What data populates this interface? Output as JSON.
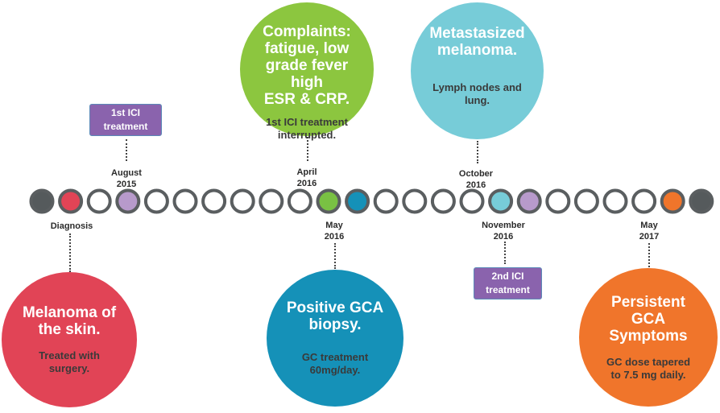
{
  "timeline": {
    "nodes": [
      {
        "fill": "#555a5c"
      },
      {
        "fill": "#e14456"
      },
      {
        "fill": "#ffffff"
      },
      {
        "fill": "#b79acb"
      },
      {
        "fill": "#ffffff"
      },
      {
        "fill": "#ffffff"
      },
      {
        "fill": "#ffffff"
      },
      {
        "fill": "#ffffff"
      },
      {
        "fill": "#ffffff"
      },
      {
        "fill": "#ffffff"
      },
      {
        "fill": "#79c143"
      },
      {
        "fill": "#1591b8"
      },
      {
        "fill": "#ffffff"
      },
      {
        "fill": "#ffffff"
      },
      {
        "fill": "#ffffff"
      },
      {
        "fill": "#ffffff"
      },
      {
        "fill": "#77ccd8"
      },
      {
        "fill": "#b79acb"
      },
      {
        "fill": "#ffffff"
      },
      {
        "fill": "#ffffff"
      },
      {
        "fill": "#ffffff"
      },
      {
        "fill": "#ffffff"
      },
      {
        "fill": "#f0752b"
      },
      {
        "fill": "#555a5c"
      }
    ],
    "ring_color": "#5a5e60"
  },
  "dates": {
    "diagnosis": "Diagnosis",
    "aug2015": "August\n2015",
    "apr2016": "April\n2016",
    "may2016": "May\n2016",
    "oct2016": "October\n2016",
    "nov2016": "November\n2016",
    "may2017": "May\n2017"
  },
  "tags": {
    "first_ici": "1st ICI\ntreatment",
    "second_ici": "2nd ICI\ntreatment",
    "color": "#8a63ad"
  },
  "events": {
    "melanoma": {
      "title": "Melanoma of\nthe skin.",
      "desc": "Treated with\nsurgery.",
      "color": "#e14456"
    },
    "complaints": {
      "title": "Complaints:\nfatigue, low\ngrade fever high\nESR & CRP.",
      "desc": "1st ICI treatment\ninterrupted.",
      "color": "#8cc63f"
    },
    "gca_biopsy": {
      "title": "Positive GCA\nbiopsy.",
      "desc": "GC treatment\n60mg/day.",
      "color": "#1591b8"
    },
    "metastasized": {
      "title": "Metastasized\nmelanoma.",
      "desc": "Lymph nodes and\nlung.",
      "color": "#77ccd8"
    },
    "persistent": {
      "title": "Persistent\nGCA\nSymptoms",
      "desc": "GC dose tapered\nto 7.5 mg daily.",
      "color": "#f0752b"
    }
  }
}
